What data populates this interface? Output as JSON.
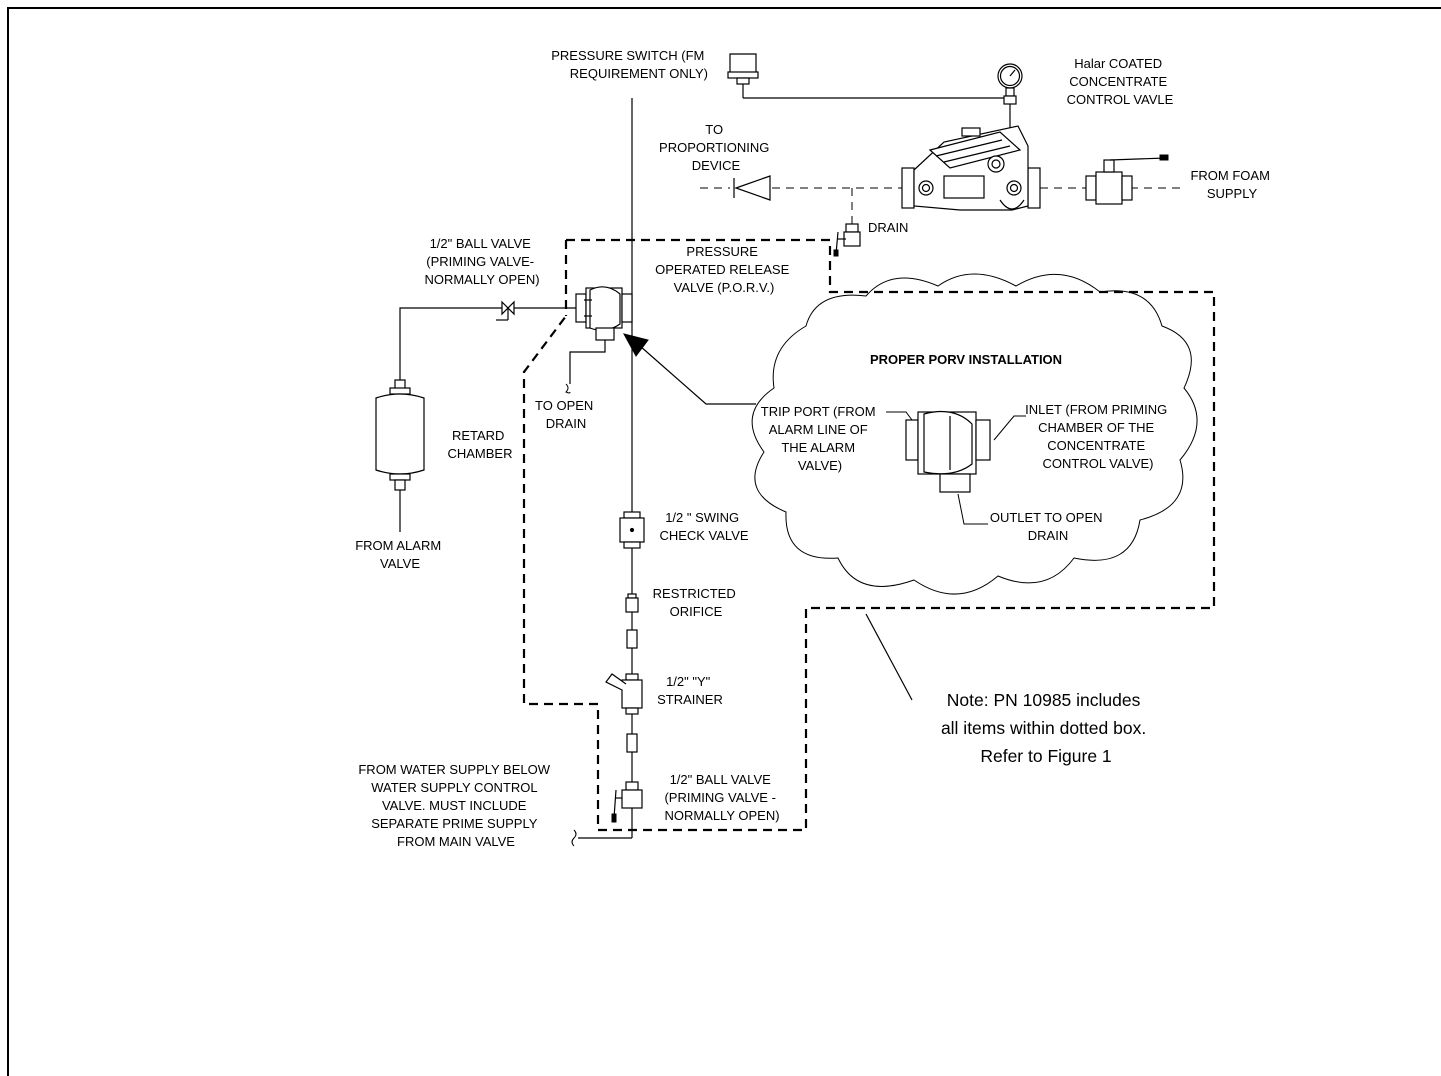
{
  "labels": {
    "pressure_switch": [
      "PRESSURE SWITCH (FM",
      "REQUIREMENT ONLY)"
    ],
    "control_valve": [
      "Halar  COATED",
      "CONCENTRATE",
      "CONTROL VAVLE"
    ],
    "to_proportioning": [
      "TO",
      "PROPORTIONING",
      "DEVICE"
    ],
    "from_foam": [
      "FROM FOAM",
      "SUPPLY"
    ],
    "drain": [
      "DRAIN"
    ],
    "ball_valve_top": [
      "1/2\" BALL VALVE",
      "(PRIMING VALVE-",
      "NORMALLY OPEN)"
    ],
    "porv": [
      "PRESSURE",
      "OPERATED RELEASE",
      "VALVE (P.O.R.V.)"
    ],
    "to_open_drain": [
      "TO OPEN",
      "DRAIN"
    ],
    "retard_chamber": [
      "RETARD",
      "CHAMBER"
    ],
    "from_alarm": [
      "FROM ALARM",
      "VALVE"
    ],
    "swing_check": [
      "1/2 \" SWING",
      "CHECK VALVE"
    ],
    "restricted_orifice": [
      "RESTRICTED",
      "ORIFICE"
    ],
    "y_strainer": [
      "1/2\" \"Y\"",
      "STRAINER"
    ],
    "ball_valve_bottom": [
      "1/2\" BALL VALVE",
      "(PRIMING VALVE -",
      "NORMALLY OPEN)"
    ],
    "water_supply": [
      "FROM WATER SUPPLY BELOW",
      "WATER SUPPLY CONTROL",
      "VALVE. MUST INCLUDE",
      "SEPARATE PRIME SUPPLY",
      "FROM MAIN VALVE"
    ]
  },
  "inset": {
    "title": "PROPER PORV INSTALLATION",
    "trip_port": [
      "TRIP PORT (FROM",
      "ALARM LINE OF",
      "THE ALARM",
      "VALVE)"
    ],
    "inlet": [
      "INLET (FROM PRIMING",
      "CHAMBER OF THE",
      "CONCENTRATE",
      "CONTROL VALVE)"
    ],
    "outlet": [
      "OUTLET TO OPEN",
      "DRAIN"
    ]
  },
  "note": [
    "Note:  PN  10985  includes",
    "all items within dotted box.",
    "Refer to Figure 1"
  ]
}
